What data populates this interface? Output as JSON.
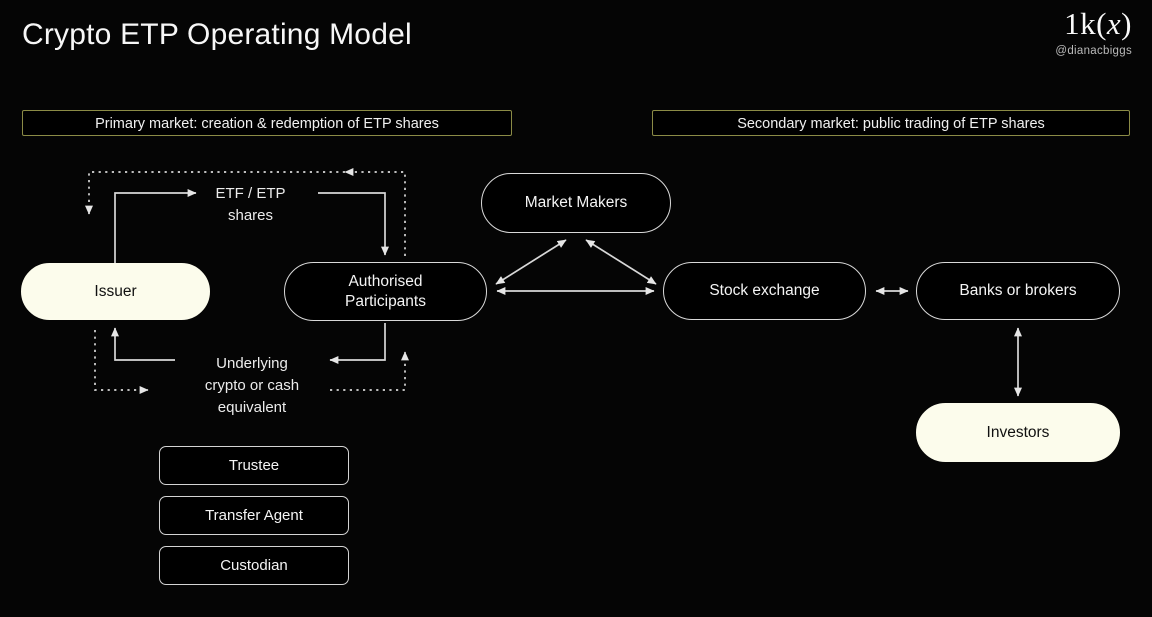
{
  "header": {
    "title": "Crypto ETP Operating Model",
    "logo_mark_prefix": "1k(",
    "logo_mark_var": "x",
    "logo_mark_suffix": ")",
    "handle": "@dianacbiggs"
  },
  "banners": {
    "primary": "Primary market: creation & redemption of ETP shares",
    "secondary": "Secondary market: public trading of ETP shares"
  },
  "nodes": {
    "issuer": "Issuer",
    "authorised_participants": "Authorised\nParticipants",
    "authorised_participants_line1": "Authorised",
    "authorised_participants_line2": "Participants",
    "market_makers": "Market Makers",
    "stock_exchange": "Stock exchange",
    "banks_or_brokers": "Banks or brokers",
    "investors": "Investors"
  },
  "service_providers": [
    {
      "label": "Trustee"
    },
    {
      "label": "Transfer Agent"
    },
    {
      "label": "Custodian"
    }
  ],
  "flow_labels": {
    "shares_line1": "ETF / ETP",
    "shares_line2": "shares",
    "underlying_line1": "Underlying",
    "underlying_line2": "crypto or cash",
    "underlying_line3": "equivalent"
  },
  "colors": {
    "background": "#050505",
    "banner_border": "#8b8b46",
    "node_outline": "#d9d9d9",
    "node_fill_cream": "#fcfcec",
    "text": "#f2f2f2",
    "wire": "#d8d8d8"
  },
  "diagram": {
    "type": "flow",
    "edges": [
      {
        "from": "issuer",
        "to": "etf-etp-shares",
        "style": "solid"
      },
      {
        "from": "etf-etp-shares",
        "to": "authorised-participants",
        "style": "solid"
      },
      {
        "from": "authorised-participants",
        "to": "issuer",
        "style": "dotted"
      },
      {
        "from": "authorised-participants",
        "to": "underlying-crypto-or-cash",
        "style": "solid"
      },
      {
        "from": "underlying-crypto-or-cash",
        "to": "issuer",
        "style": "solid"
      },
      {
        "from": "issuer",
        "to": "authorised-participants-return",
        "style": "dotted"
      },
      {
        "from": "authorised-participants",
        "to": "market-makers",
        "style": "solid",
        "arrows": "both"
      },
      {
        "from": "market-makers",
        "to": "stock-exchange",
        "style": "solid",
        "arrows": "both"
      },
      {
        "from": "authorised-participants",
        "to": "stock-exchange",
        "style": "solid",
        "arrows": "both"
      },
      {
        "from": "stock-exchange",
        "to": "banks-or-brokers",
        "style": "solid",
        "arrows": "both"
      },
      {
        "from": "banks-or-brokers",
        "to": "investors",
        "style": "solid",
        "arrows": "both"
      }
    ]
  }
}
